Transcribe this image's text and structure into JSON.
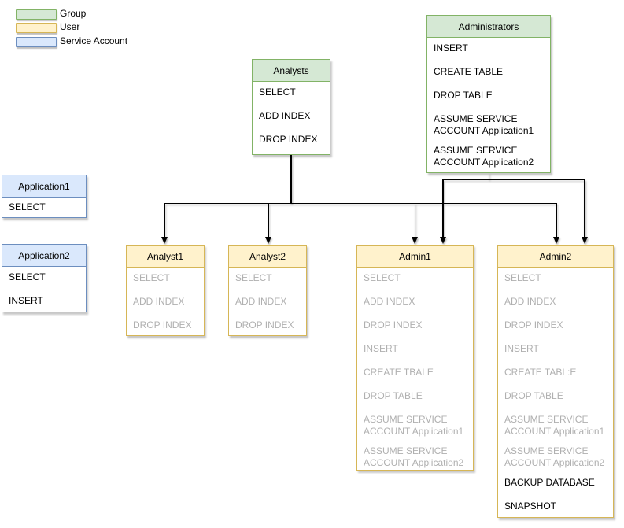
{
  "legend": {
    "items": [
      {
        "label": "Group",
        "type": "group",
        "fill": "#d5e8d4",
        "stroke": "#82b366"
      },
      {
        "label": "User",
        "type": "user",
        "fill": "#fff2cc",
        "stroke": "#d6b656"
      },
      {
        "label": "Service Account",
        "type": "service",
        "fill": "#dae8fc",
        "stroke": "#6c8ebf"
      }
    ]
  },
  "nodes": {
    "administrators": {
      "title": "Administrators",
      "type": "group",
      "items": [
        {
          "label": "INSERT",
          "muted": false
        },
        {
          "label": "CREATE TABLE",
          "muted": false
        },
        {
          "label": "DROP TABLE",
          "muted": false
        },
        {
          "label": "ASSUME SERVICE ACCOUNT Application1",
          "muted": false,
          "wrap": true
        },
        {
          "label": "ASSUME SERVICE ACCOUNT Application2",
          "muted": false,
          "wrap": true
        }
      ]
    },
    "analysts": {
      "title": "Analysts",
      "type": "group",
      "items": [
        {
          "label": "SELECT",
          "muted": false
        },
        {
          "label": "ADD INDEX",
          "muted": false
        },
        {
          "label": "DROP INDEX",
          "muted": false
        }
      ]
    },
    "application1": {
      "title": "Application1",
      "type": "service",
      "items": [
        {
          "label": "SELECT",
          "muted": false
        }
      ]
    },
    "application2": {
      "title": "Application2",
      "type": "service",
      "items": [
        {
          "label": "SELECT",
          "muted": false
        },
        {
          "label": "INSERT",
          "muted": false
        }
      ]
    },
    "analyst1": {
      "title": "Analyst1",
      "type": "user",
      "items": [
        {
          "label": "SELECT",
          "muted": true
        },
        {
          "label": "ADD INDEX",
          "muted": true
        },
        {
          "label": "DROP INDEX",
          "muted": true
        }
      ]
    },
    "analyst2": {
      "title": "Analyst2",
      "type": "user",
      "items": [
        {
          "label": "SELECT",
          "muted": true
        },
        {
          "label": "ADD INDEX",
          "muted": true
        },
        {
          "label": "DROP INDEX",
          "muted": true
        }
      ]
    },
    "admin1": {
      "title": "Admin1",
      "type": "user",
      "items": [
        {
          "label": "SELECT",
          "muted": true
        },
        {
          "label": "ADD INDEX",
          "muted": true
        },
        {
          "label": "DROP INDEX",
          "muted": true
        },
        {
          "label": "INSERT",
          "muted": true
        },
        {
          "label": "CREATE TBALE",
          "muted": true
        },
        {
          "label": "DROP TABLE",
          "muted": true
        },
        {
          "label": "ASSUME SERVICE ACCOUNT Application1",
          "muted": true,
          "wrap": true
        },
        {
          "label": "ASSUME SERVICE ACCOUNT Application2",
          "muted": true,
          "wrap": true
        }
      ]
    },
    "admin2": {
      "title": "Admin2",
      "type": "user",
      "items": [
        {
          "label": "SELECT",
          "muted": true
        },
        {
          "label": "ADD INDEX",
          "muted": true
        },
        {
          "label": "DROP INDEX",
          "muted": true
        },
        {
          "label": "INSERT",
          "muted": true
        },
        {
          "label": "CREATE TABL:E",
          "muted": true
        },
        {
          "label": "DROP TABLE",
          "muted": true
        },
        {
          "label": "ASSUME SERVICE ACCOUNT Application1",
          "muted": true,
          "wrap": true
        },
        {
          "label": "ASSUME SERVICE ACCOUNT Application2",
          "muted": true,
          "wrap": true
        },
        {
          "label": "BACKUP DATABASE",
          "muted": false
        },
        {
          "label": "SNAPSHOT",
          "muted": false
        }
      ]
    }
  },
  "colors": {
    "group_fill": "#d5e8d4",
    "group_stroke": "#82b366",
    "user_fill": "#fff2cc",
    "user_stroke": "#d6b656",
    "service_fill": "#dae8fc",
    "service_stroke": "#6c8ebf",
    "muted_text": "#b0b0b0",
    "active_text": "#000000",
    "edge": "#000000",
    "background": "#ffffff"
  }
}
